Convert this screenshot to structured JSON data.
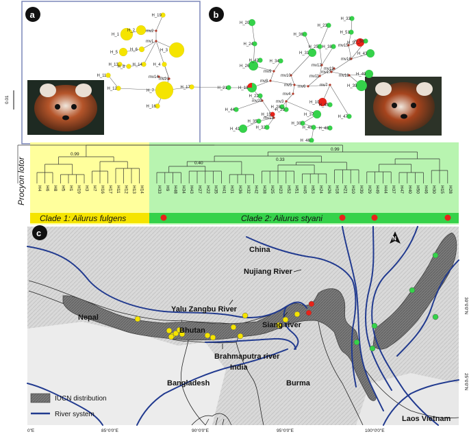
{
  "panels": {
    "a": "a",
    "b": "b",
    "c": "c"
  },
  "scale_bar": "0.01",
  "outgroup": "Procyon lotor",
  "bootstrap": [
    "0.99",
    "0.99",
    "0.40",
    "0.33"
  ],
  "clades": {
    "clade1": "Clade 1: Ailurus fulgens",
    "clade2": "Clade 2: Ailurus styani"
  },
  "clade1_tips": [
    "H4",
    "H6",
    "H8",
    "H5",
    "H1",
    "H19",
    "H3",
    "H7",
    "H16",
    "H17",
    "H11",
    "H12",
    "H13",
    "H14"
  ],
  "clade2_tips": [
    "H33",
    "H9",
    "H48",
    "H34",
    "H43",
    "H27",
    "H22",
    "H35",
    "H41",
    "H31",
    "H36",
    "H32",
    "H42",
    "H38",
    "H25",
    "H23",
    "H52",
    "H51",
    "H45",
    "H53",
    "H24",
    "H26",
    "H18",
    "H21",
    "H10",
    "H39",
    "H29",
    "H49",
    "H44",
    "H37",
    "H47",
    "H40",
    "H50",
    "H46",
    "H30",
    "H15",
    "H28"
  ],
  "clade1_network_nodes": [
    "H_19",
    "H_1",
    "H_2",
    "H_5",
    "H_6",
    "H_3",
    "H_13",
    "H_8",
    "H_14",
    "H_4",
    "H_11",
    "H_12",
    "H_7",
    "H_17",
    "H_16",
    "mv1",
    "mv2",
    "mv14",
    "mv21"
  ],
  "clade2_network_nodes": [
    "H_20",
    "H_24",
    "H_26",
    "H_42",
    "H_34",
    "H_36",
    "H_31",
    "H_25",
    "H_23",
    "H_38",
    "H_33",
    "H_51",
    "H_9",
    "H_50",
    "H_43",
    "H_49",
    "H_39",
    "H_21",
    "H_18",
    "H_22",
    "H_15",
    "H_28",
    "H_29",
    "H_10",
    "H_45",
    "H_37",
    "H_35",
    "H_30",
    "H_40",
    "H_44",
    "H_41",
    "H_32",
    "H_46",
    "H_48",
    "H_47",
    "mv3",
    "mv4",
    "mv5",
    "mv6",
    "mv7",
    "mv8",
    "mv9",
    "mv10",
    "mv11",
    "mv12",
    "mv13",
    "mv15",
    "mv16",
    "mv17",
    "mv18",
    "mv19",
    "mv20"
  ],
  "map": {
    "labels": {
      "china": "China",
      "nepal": "Nepal",
      "bhutan": "Bhutan",
      "india": "India",
      "bangladesh": "Bangladesh",
      "burma": "Burma",
      "laos_vietnam": "Laos Vietnam",
      "nujiang": "Nujiang River",
      "yalu": "Yalu Zangbu River",
      "siang": "Siang river",
      "brahmaputra": "Brahmaputra river"
    },
    "north": "N",
    "lon_ticks": [
      "0\"E",
      "85°0'0\"E",
      "90°0'0\"E",
      "95°0'0\"E",
      "100°0'0\"E"
    ],
    "lat_ticks": [
      "30°0'0\"N",
      "25°0'0\"N"
    ],
    "legend": {
      "iucn": "IUCN distribution",
      "river": "River system"
    },
    "colors": {
      "clade1": "#f5e400",
      "clade2": "#35d24a",
      "mixed": "#e8231a",
      "river": "#213a8f",
      "range": "#6f6f6f"
    }
  }
}
